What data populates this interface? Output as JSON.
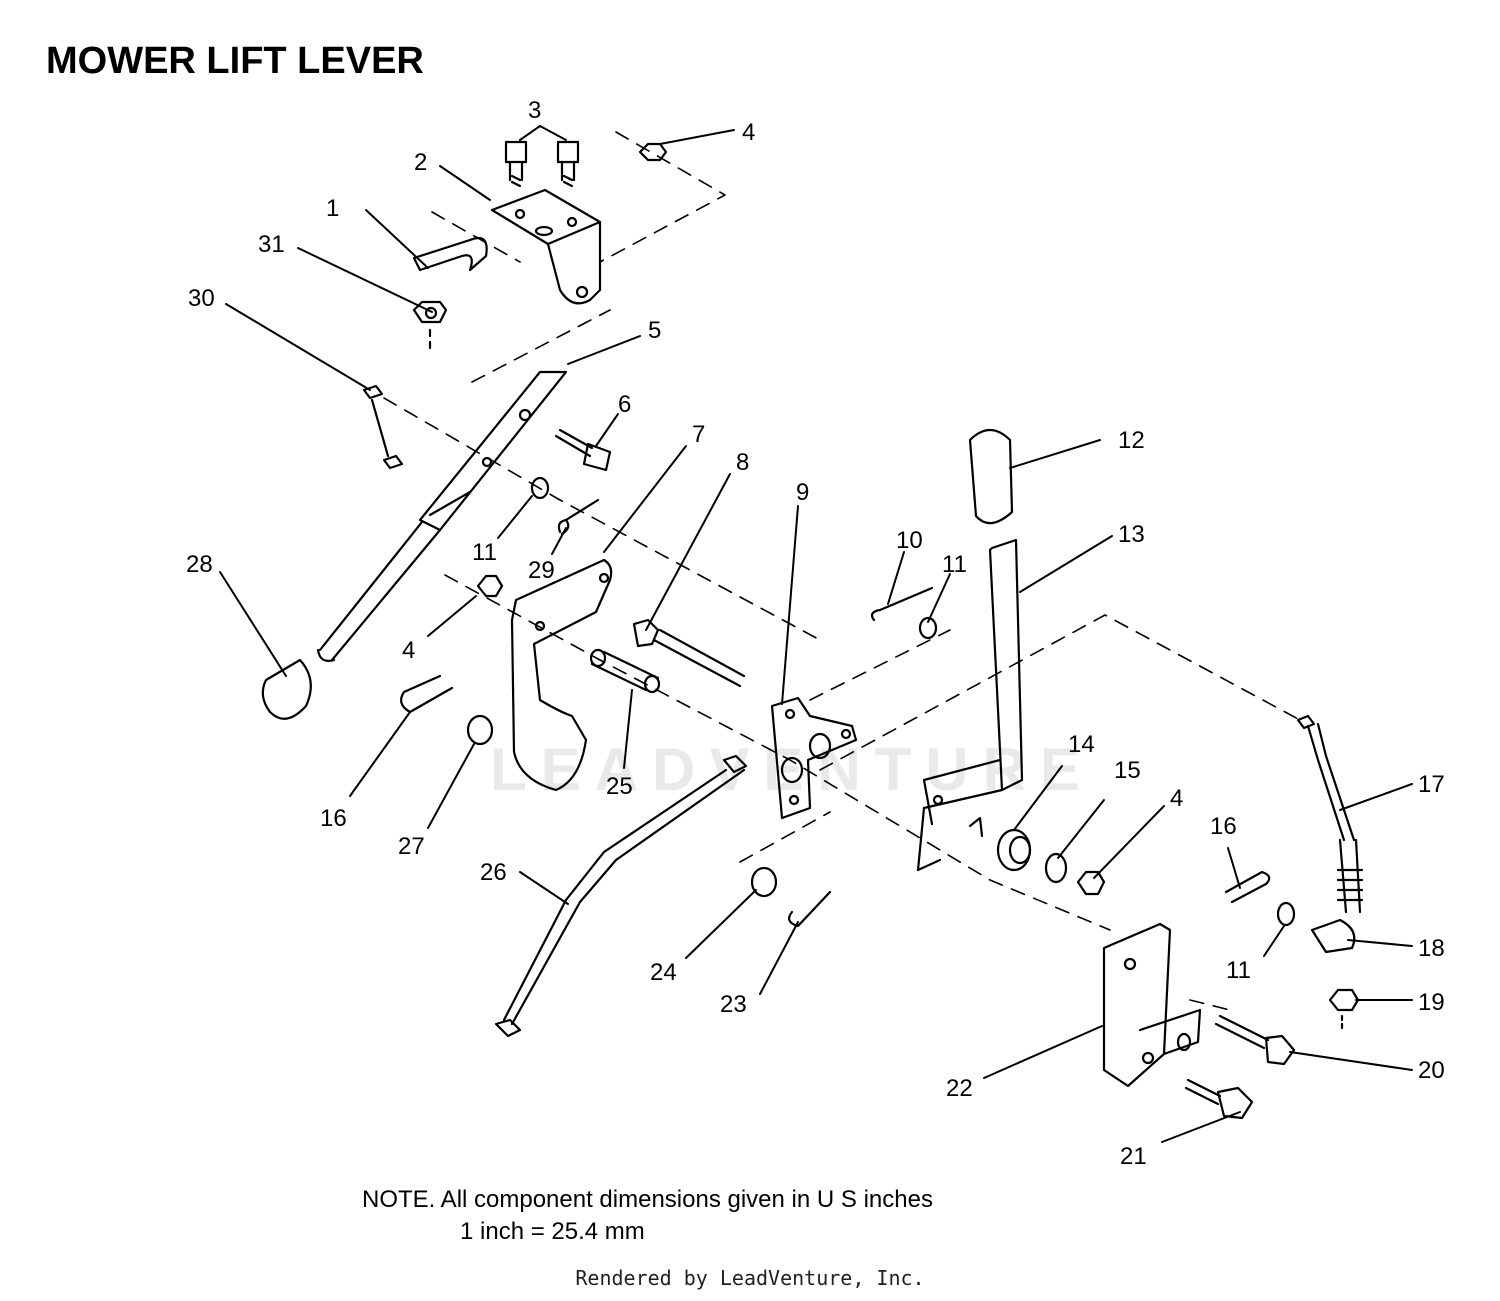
{
  "title": "MOWER LIFT LEVER",
  "note_line1": "NOTE.  All component dimensions given in U S  inches",
  "note_line2": "1 inch = 25.4 mm",
  "footer": "Rendered by LeadVenture, Inc.",
  "watermark": "LEADVENTURE",
  "callouts": {
    "c1": "1",
    "c2": "2",
    "c3": "3",
    "c4a": "4",
    "c4b": "4",
    "c4c": "4",
    "c5": "5",
    "c6": "6",
    "c7": "7",
    "c8": "8",
    "c9": "9",
    "c10": "10",
    "c11a": "11",
    "c11b": "11",
    "c11c": "11",
    "c12": "12",
    "c13": "13",
    "c14": "14",
    "c15": "15",
    "c16a": "16",
    "c16b": "16",
    "c17": "17",
    "c18": "18",
    "c19": "19",
    "c20": "20",
    "c21": "21",
    "c22": "22",
    "c23": "23",
    "c24": "24",
    "c25": "25",
    "c26": "26",
    "c27": "27",
    "c28": "28",
    "c29": "29",
    "c30": "30",
    "c31": "31"
  }
}
